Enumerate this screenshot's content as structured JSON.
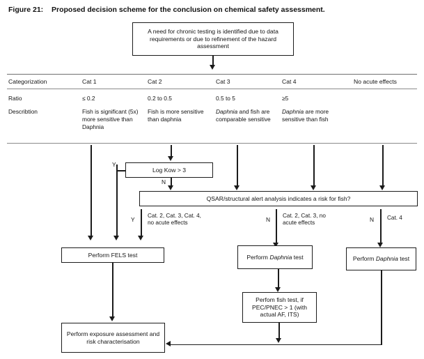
{
  "figure": {
    "number": "Figure 21:",
    "title": "Proposed decision scheme for the conclusion on chemical safety assessment."
  },
  "start_box": {
    "text": "A need for chronic testing is identified due to data requirements or due to refinement of the hazard assessment"
  },
  "table": {
    "row_labels": [
      "Categorization",
      "Ratio",
      "Describtion"
    ],
    "columns": [
      "Cat 1",
      "Cat 2",
      "Cat 3",
      "Cat 4",
      "No acute effects"
    ],
    "ratio": [
      "≤ 0.2",
      "0.2 to 0.5",
      "0.5 to 5",
      "≥5",
      ""
    ],
    "description": [
      "Fish is significant (5x) more sensitive than Daphnia",
      "Fish is more sensitive than daphnia",
      "Daphnia and fish are comparable sensitive",
      "Daphnia are more sensitive than fish",
      ""
    ],
    "description_italic_lead": [
      "",
      "",
      "Daphnia",
      "Daphnia",
      ""
    ],
    "description_rest": [
      "Fish is significant (5x) more sensitive than Daphnia",
      "Fish is more sensitive than daphnia",
      " and fish are comparable sensitive",
      " are more sensitive than fish",
      ""
    ]
  },
  "decisions": {
    "log_kow": "Log Kow > 3",
    "qsar": "QSAR/structural alert analysis indicates a risk for fish?"
  },
  "branches": {
    "logkow_yes": "Y",
    "logkow_no": "N",
    "qsar_yes": "Y",
    "qsar_yes_note": "Cat. 2, Cat. 3, Cat. 4, no acute effects",
    "qsar_no_mid": "N",
    "qsar_no_mid_note": "Cat. 2, Cat. 3, no acute effects",
    "qsar_no_right": "N",
    "qsar_no_right_note": "Cat. 4"
  },
  "actions": {
    "fels": "Perform FELS test",
    "daphnia_mid_lead": "Perform ",
    "daphnia_mid_italic": "Daphnia",
    "daphnia_mid_tail": " test",
    "daphnia_right_lead": "Perform ",
    "daphnia_right_italic": "Daphnia",
    "daphnia_right_tail": " test",
    "fish_test": "Perfom fish test, if PEC/PNEC > 1 (with actual AF, ITS)",
    "exposure": "Perform exposure assessment and risk characterisation"
  },
  "colors": {
    "line": "#1b1b1b",
    "rule": "#8a8a8a",
    "text": "#141414",
    "background": "#ffffff"
  }
}
